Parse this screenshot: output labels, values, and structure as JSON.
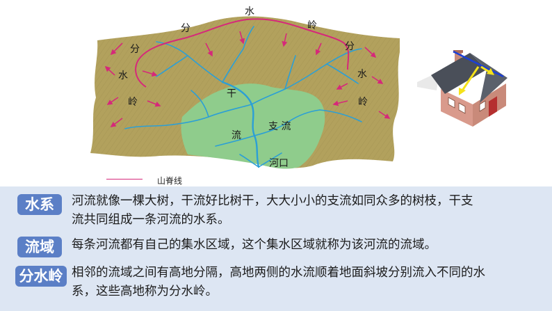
{
  "map_labels": {
    "divide_top": [
      "分",
      "水",
      "岭"
    ],
    "divide_left": [
      "分",
      "水",
      "岭"
    ],
    "divide_right": [
      "分",
      "水",
      "岭"
    ],
    "trunk": [
      "干",
      "流"
    ],
    "tributary": "支 流",
    "river_mouth": "河口"
  },
  "legend": {
    "label": "山脊线"
  },
  "colors": {
    "ridge_line": "#d6287a",
    "highland": "#b2a15d",
    "lowland": "#8fcc8c",
    "river": "#2b9fd6",
    "panel_bg": "#dde6f3",
    "tag_bg": "#5b7fc6"
  },
  "house_icon": "house-roof-slope-icon",
  "definitions": [
    {
      "term": "水系",
      "lines": [
        "河流就像一棵大树，干流好比树干，大大小小的支流如同众多的树枝，干支",
        "流共同组成一条河流的水系。"
      ]
    },
    {
      "term": "流域",
      "lines": [
        "每条河流都有自己的集水区域，这个集水区域就称为该河流的流域。"
      ]
    },
    {
      "term": "分水岭",
      "lines": [
        "相邻的流域之间有高地分隔，高地两侧的水流顺着地面斜坡分别流入不同的水",
        "系，这些高地称为分水岭。"
      ]
    }
  ]
}
